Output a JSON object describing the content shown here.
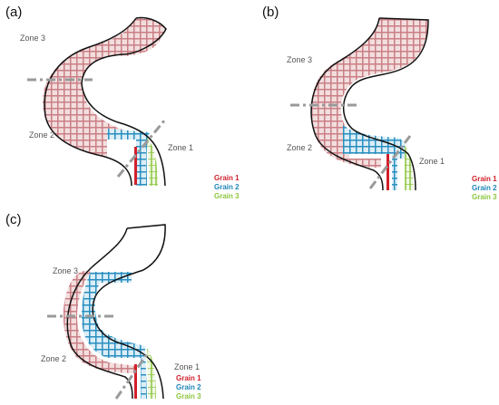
{
  "panels": [
    {
      "label": "(a)",
      "zones": [
        "Zone 3",
        "Zone 2",
        "Zone 1"
      ],
      "legend": [
        "Grain 1",
        "Grain 2",
        "Grain 3"
      ]
    },
    {
      "label": "(b)",
      "zones": [
        "Zone 3",
        "Zone 2",
        "Zone 1"
      ],
      "legend": [
        "Grain 1",
        "Grain 2",
        "Grain 3"
      ]
    },
    {
      "label": "(c)",
      "zones": [
        "Zone 3",
        "Zone 2",
        "Zone 1"
      ],
      "legend": [
        "Grain 1",
        "Grain 2",
        "Grain 3"
      ]
    }
  ],
  "colors": {
    "grain_1": "#d21f2a",
    "grain_2": "#1f86b8",
    "grain_3": "#8dc640",
    "grain_1_fill": "#cc8589",
    "outline": "#111111",
    "cut_line": "#9a9a9a"
  }
}
